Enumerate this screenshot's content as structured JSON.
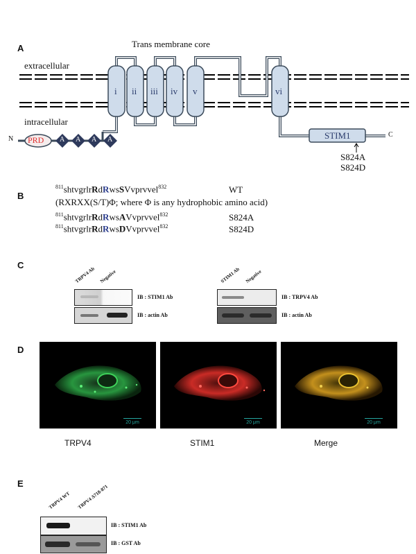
{
  "panelA": {
    "letter": "A",
    "title": "Trans membrane core",
    "extracellular": "extracellular",
    "intracellular": "intracellular",
    "helices": [
      "i",
      "ii",
      "iii",
      "iv",
      "v",
      "vi"
    ],
    "n_terminus": "N",
    "c_terminus": "C",
    "prd": "PRD",
    "ankyrin": [
      "A",
      "A",
      "A",
      "A"
    ],
    "stim1_box": "STIM1",
    "mutant1": "S824A",
    "mutant2": "S824D",
    "colors": {
      "helix": "#cfdceb",
      "outline": "#3b4a5a",
      "prd_text": "#e03030",
      "ank": "#2e3a5c",
      "membrane": "#000000"
    }
  },
  "panelB": {
    "letter": "B",
    "wt_start": "811",
    "wt_seq_a": "shtvgrlr",
    "wt_R1": "R",
    "wt_seq_b": "d",
    "wt_R2": "R",
    "wt_seq_c": "ws",
    "wt_S": "S",
    "wt_seq_d": "Vvprvvel",
    "wt_end": "832",
    "wt_label": "WT",
    "motif": "(RXRXX(S/T)Φ; where Φ is any hydrophobic amino acid)",
    "a_start": "811",
    "a_seq_a": "shtvgrlr",
    "a_R1": "R",
    "a_seq_b": "d",
    "a_R2": "R",
    "a_seq_c": "ws",
    "a_sub": "A",
    "a_seq_d": "Vvprvvel",
    "a_end": "832",
    "a_label": "S824A",
    "d_start": "811",
    "d_seq_a": "shtvgrlr",
    "d_R1": "R",
    "d_seq_b": "d",
    "d_R2": "R",
    "d_seq_c": "ws",
    "d_sub": "D",
    "d_seq_d": "Vvprvvel",
    "d_end": "832",
    "d_label": "S824D"
  },
  "panelC": {
    "letter": "C",
    "left": {
      "lane1": "TRPV4 Ab",
      "lane2": "Negative",
      "ib_top": "IB : STIM1 Ab",
      "ib_bottom": "IB : actin Ab"
    },
    "right": {
      "lane1": "STIM1 Ab",
      "lane2": "Negative",
      "ib_top": "IB : TRPV4 Ab",
      "ib_bottom": "IB : actin Ab"
    }
  },
  "panelD": {
    "letter": "D",
    "captions": [
      "TRPV4",
      "STIM1",
      "Merge"
    ],
    "scale_label": "20 μm",
    "colors": {
      "green": "#2fb04a",
      "red": "#e0302a",
      "merge": "#d9a020",
      "scale": "#24a7a0"
    }
  },
  "panelE": {
    "letter": "E",
    "lane1": "TRPV4 WT",
    "lane2": "TRPV4 Δ718-871",
    "ib_top": "IB : STIM1 Ab",
    "ib_bottom": "IB : GST Ab"
  }
}
